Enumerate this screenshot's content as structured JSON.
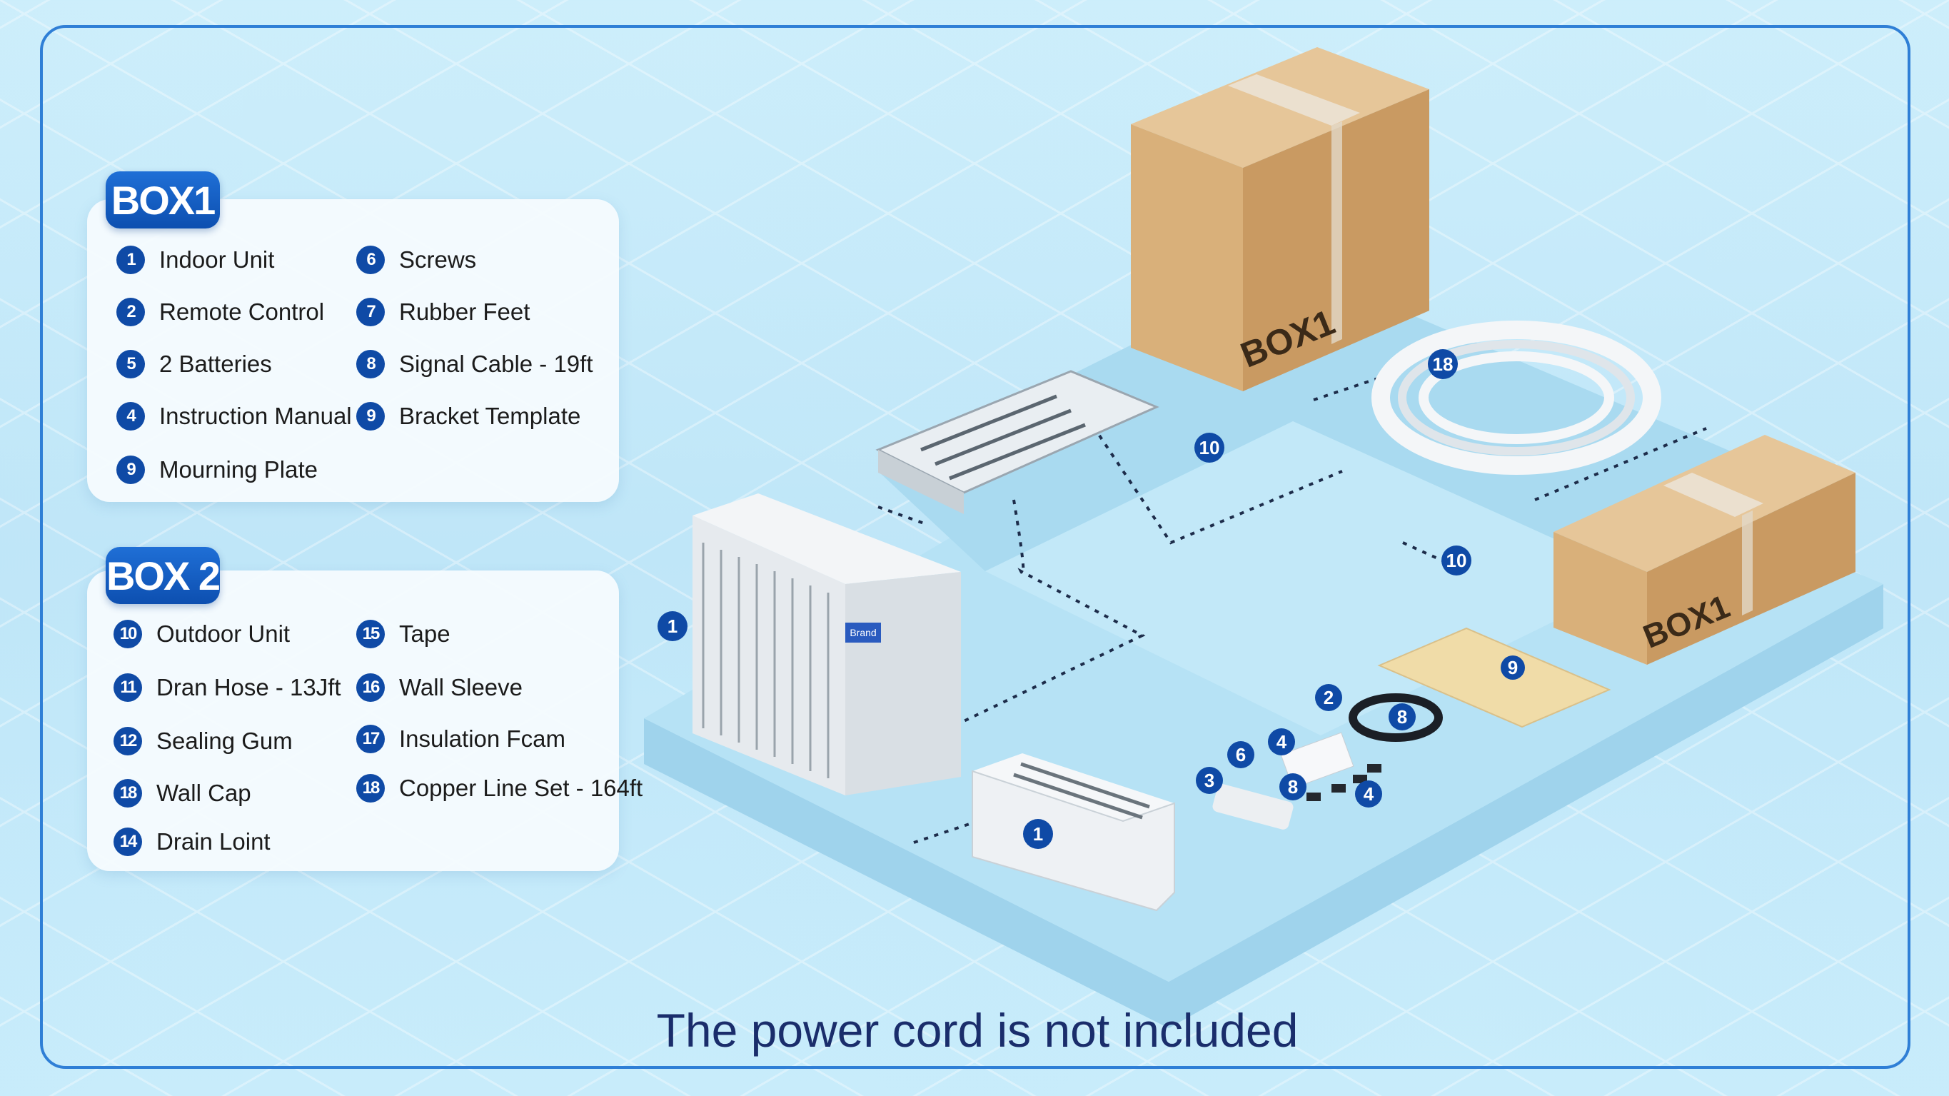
{
  "box1": {
    "title": "BOX1",
    "items": [
      {
        "num": "1",
        "label": "Indoor Unit"
      },
      {
        "num": "2",
        "label": "Remote Control"
      },
      {
        "num": "5",
        "label": "2 Batteries"
      },
      {
        "num": "4",
        "label": "Instruction Manual"
      },
      {
        "num": "9",
        "label": "Mourning Plate"
      },
      {
        "num": "6",
        "label": "Screws"
      },
      {
        "num": "7",
        "label": "Rubber Feet"
      },
      {
        "num": "8",
        "label": "Signal Cable - 19ft"
      },
      {
        "num": "9",
        "label": "Bracket Template"
      }
    ]
  },
  "box2": {
    "title": "BOX 2",
    "items": [
      {
        "num": "10",
        "label": "Outdoor Unit"
      },
      {
        "num": "11",
        "label": "Dran Hose - 13Jft"
      },
      {
        "num": "12",
        "label": "Sealing Gum"
      },
      {
        "num": "18",
        "label": "Wall Cap"
      },
      {
        "num": "14",
        "label": "Drain Loint"
      },
      {
        "num": "15",
        "label": "Tape"
      },
      {
        "num": "16",
        "label": "Wall Sleeve"
      },
      {
        "num": "17",
        "label": "Insulation Fcam"
      },
      {
        "num": "18",
        "label": "Copper Line Set - 164ft"
      }
    ]
  },
  "illustration": {
    "box_label_large": "BOX1",
    "box_label_small": "BOX1",
    "unit_brand": "Brand",
    "callouts": [
      "1",
      "10",
      "10",
      "18",
      "1",
      "2",
      "8",
      "4",
      "6",
      "3",
      "8",
      "4",
      "9"
    ]
  },
  "footer": "The power cord is not included",
  "colors": {
    "accent": "#0f4aa6",
    "frame": "#2f7fd6",
    "footer_text": "#1a2d6b"
  }
}
